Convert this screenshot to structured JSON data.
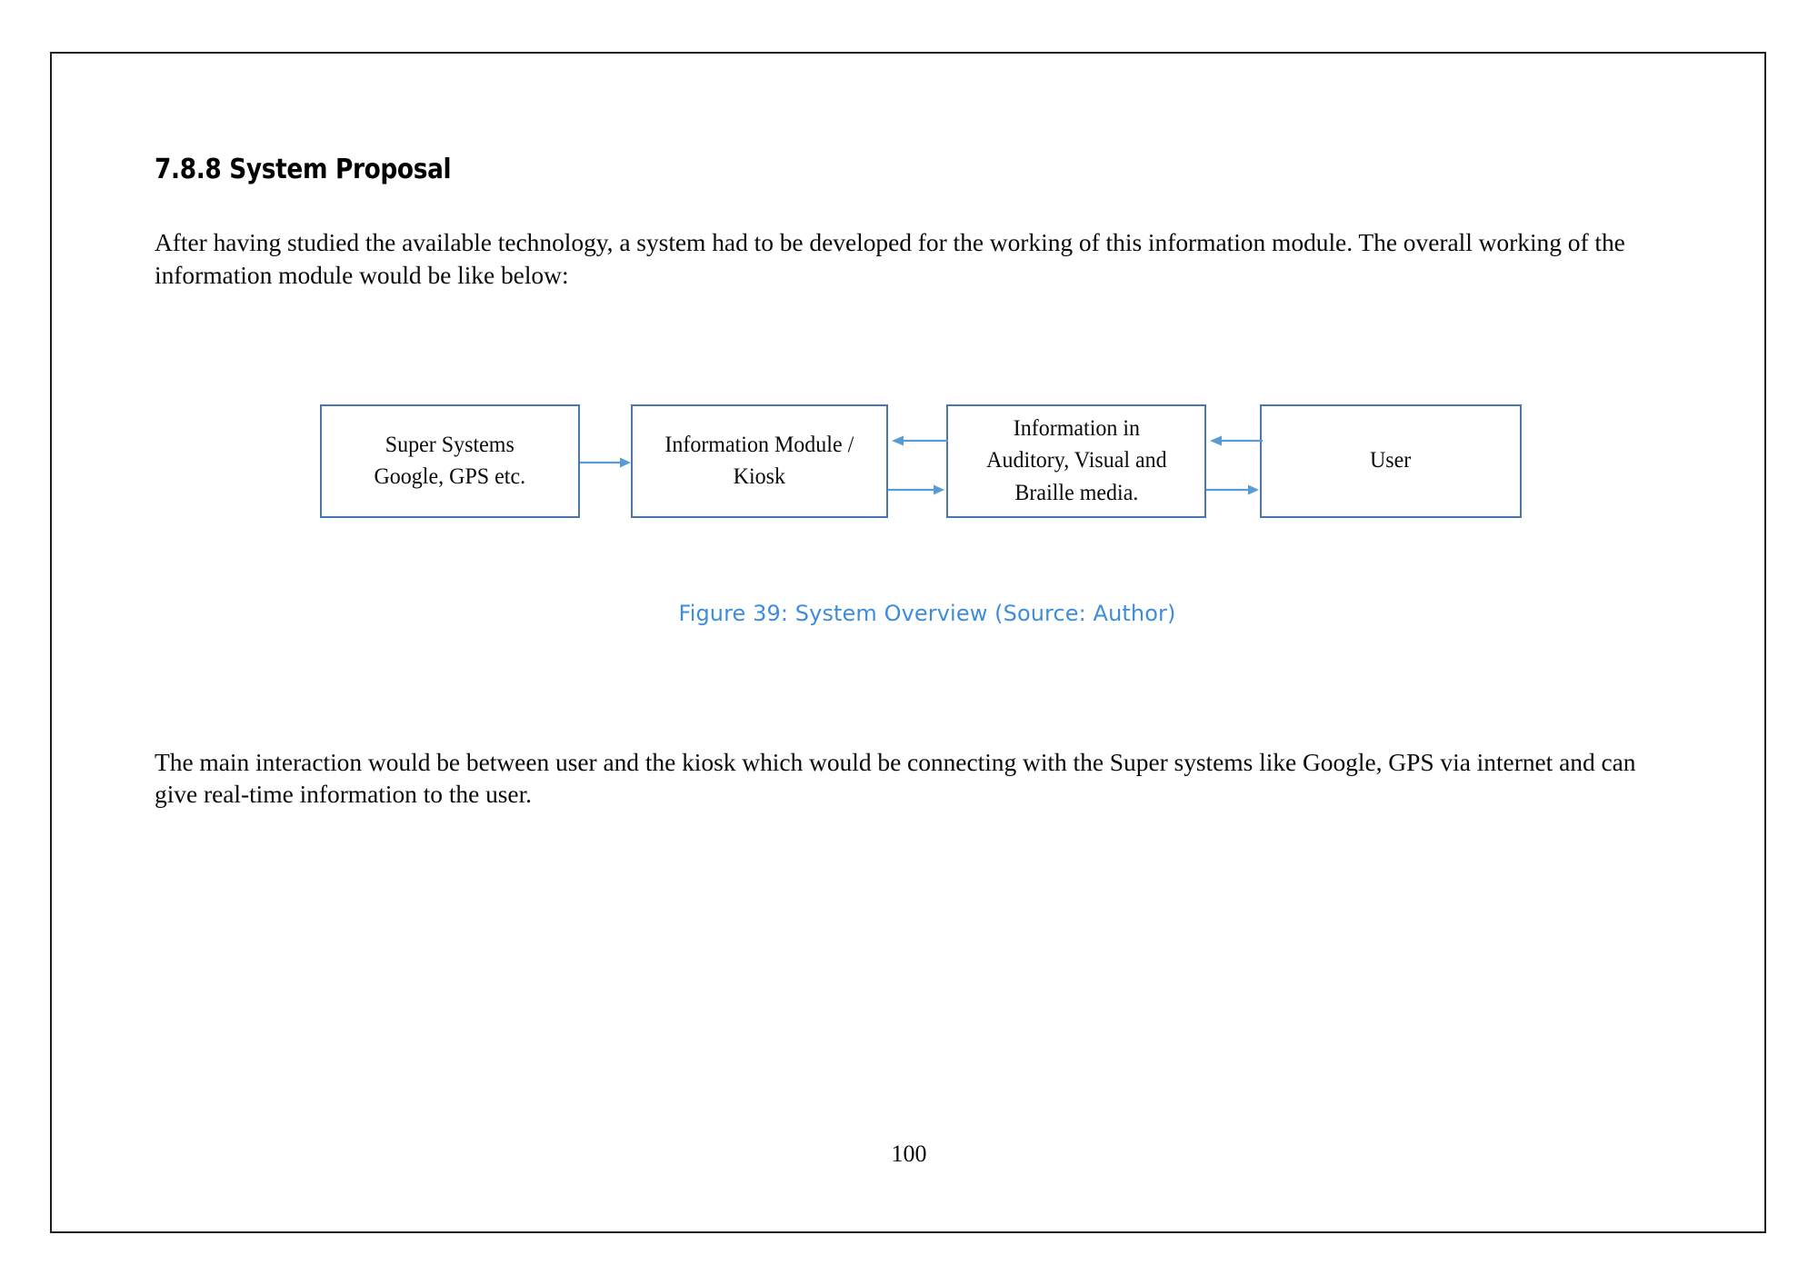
{
  "page": {
    "number": "100",
    "border_color": "#231f20"
  },
  "section": {
    "heading": "7.8.8 System Proposal"
  },
  "paragraphs": {
    "intro": "After having studied the available technology, a system had to be developed for the working of this information module. The overall working of the information module would be like below:",
    "closing": "The main interaction would be between user and the kiosk which would be connecting with the Super systems like Google, GPS via internet and can give real-time information to the user."
  },
  "figure": {
    "caption": "Figure 39: System Overview (Source: Author)",
    "caption_color": "#3e8ddd",
    "box_border_color": "#4a76a8",
    "arrow_color": "#5b9bd5",
    "boxes": [
      {
        "id": "super-systems",
        "label": "Super Systems\nGoogle, GPS etc."
      },
      {
        "id": "information-module-kiosk",
        "label": "Information Module /\nKiosk"
      },
      {
        "id": "information-media",
        "label": "Information in\nAuditory, Visual and\nBraille media."
      },
      {
        "id": "user",
        "label": "User"
      }
    ],
    "connectors": [
      {
        "id": "super-to-kiosk",
        "from": "super-systems",
        "to": "information-module-kiosk",
        "direction": "right"
      },
      {
        "id": "media-to-kiosk",
        "from": "information-media",
        "to": "information-module-kiosk",
        "direction": "left"
      },
      {
        "id": "kiosk-to-media",
        "from": "information-module-kiosk",
        "to": "information-media",
        "direction": "right"
      },
      {
        "id": "user-to-media",
        "from": "user",
        "to": "information-media",
        "direction": "left"
      },
      {
        "id": "media-to-user",
        "from": "information-media",
        "to": "user",
        "direction": "right"
      }
    ]
  }
}
